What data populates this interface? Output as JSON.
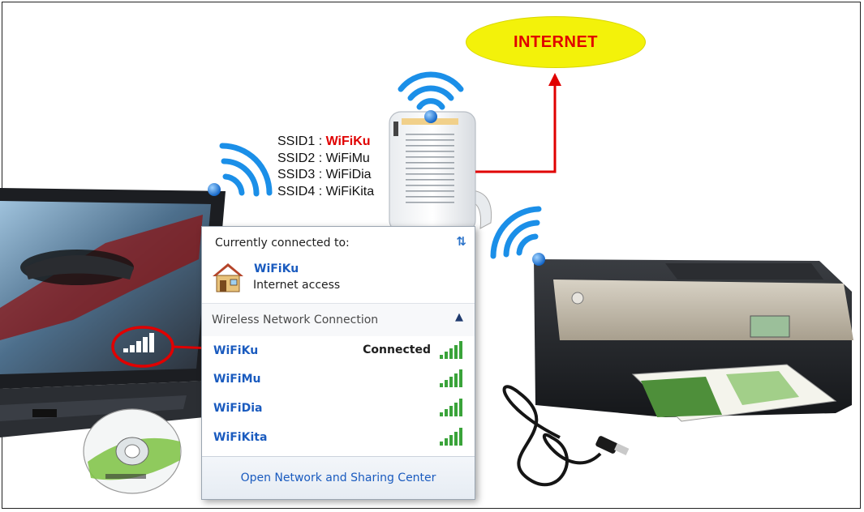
{
  "internet": {
    "label": "INTERNET"
  },
  "router": {
    "ssids": [
      {
        "label": "SSID1 : ",
        "name": "WiFiKu"
      },
      {
        "label": "SSID2 : ",
        "name": "WiFiMu"
      },
      {
        "label": "SSID3 : ",
        "name": "WiFiDia"
      },
      {
        "label": "SSID4 : ",
        "name": "WiFiKita"
      }
    ]
  },
  "popup": {
    "header": "Currently connected to:",
    "current": {
      "name": "WiFiKu",
      "status": "Internet access"
    },
    "section_label": "Wireless Network Connection",
    "networks": [
      {
        "name": "WiFiKu",
        "status": "Connected"
      },
      {
        "name": "WiFiMu",
        "status": ""
      },
      {
        "name": "WiFiDia",
        "status": ""
      },
      {
        "name": "WiFiKita",
        "status": ""
      }
    ],
    "footer_link": "Open Network and Sharing Center"
  },
  "colors": {
    "internet_fill": "#f3f20a",
    "highlight_red": "#e00000",
    "link_blue": "#1a5bbf",
    "wifi_blue": "#1b8fe8",
    "signal_green": "#3aa33a"
  },
  "icons": [
    "wifi-waves-icon",
    "house-icon",
    "refresh-icon",
    "chevron-up-icon",
    "signal-bars-icon",
    "arrow-up-icon"
  ]
}
